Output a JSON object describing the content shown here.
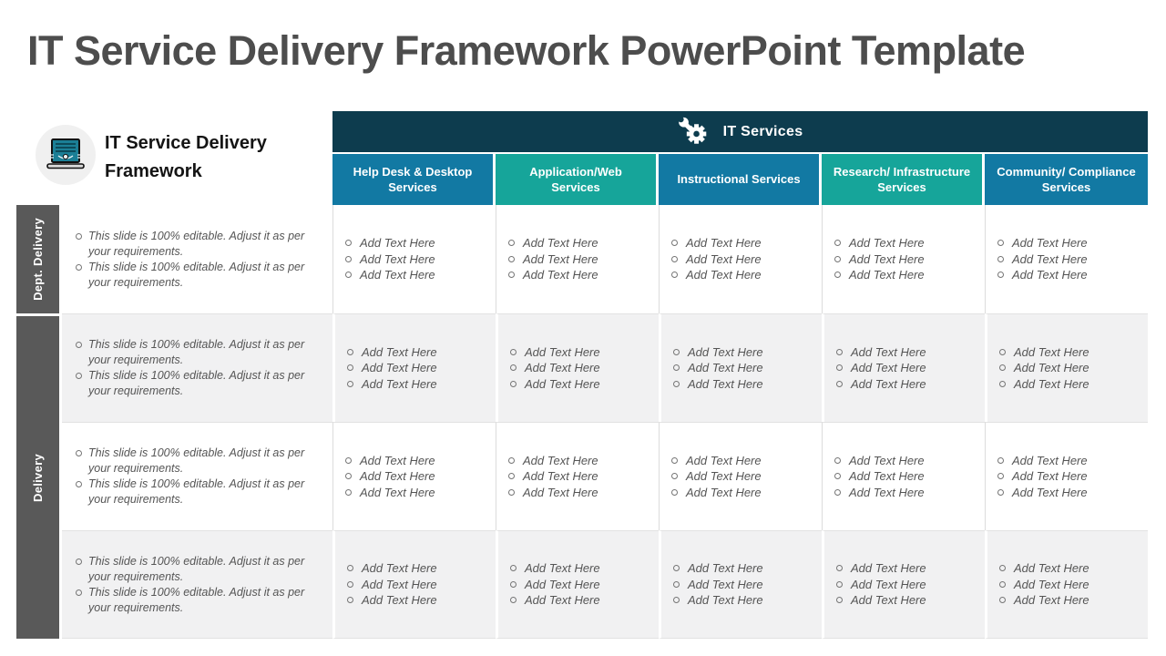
{
  "page_title": "IT Service Delivery Framework PowerPoint Template",
  "framework_card": {
    "title": "IT Service Delivery Framework",
    "icon": "laptop-circuit-icon"
  },
  "services_band": {
    "label": "IT Services",
    "icon": "gear-wrench-icon"
  },
  "columns": [
    {
      "label": "Help Desk & Desktop Services",
      "color": "#1279a3"
    },
    {
      "label": "Application/Web Services",
      "color": "#16a59a"
    },
    {
      "label": "Instructional Services",
      "color": "#1279a3"
    },
    {
      "label": "Research/ Infrastructure Services",
      "color": "#16a59a"
    },
    {
      "label": "Community/ Compliance Services",
      "color": "#1279a3"
    }
  ],
  "row_groups": [
    {
      "label": "Dept. Delivery"
    },
    {
      "label": "Delivery"
    }
  ],
  "rows": [
    {
      "description": [
        "This slide is 100% editable. Adjust it as per your requirements.",
        "This slide is 100% editable. Adjust it as per your requirements."
      ],
      "cells": [
        [
          "Add Text Here",
          "Add Text Here",
          "Add Text Here"
        ],
        [
          "Add Text Here",
          "Add Text Here",
          "Add Text Here"
        ],
        [
          "Add Text Here",
          "Add Text Here",
          "Add Text Here"
        ],
        [
          "Add Text Here",
          "Add Text Here",
          "Add Text Here"
        ],
        [
          "Add Text Here",
          "Add Text Here",
          "Add Text Here"
        ]
      ]
    },
    {
      "description": [
        "This slide is 100% editable. Adjust it as per your requirements.",
        "This slide is 100% editable. Adjust it as per your requirements."
      ],
      "cells": [
        [
          "Add Text Here",
          "Add Text Here",
          "Add Text Here"
        ],
        [
          "Add Text Here",
          "Add Text Here",
          "Add Text Here"
        ],
        [
          "Add Text Here",
          "Add Text Here",
          "Add Text Here"
        ],
        [
          "Add Text Here",
          "Add Text Here",
          "Add Text Here"
        ],
        [
          "Add Text Here",
          "Add Text Here",
          "Add Text Here"
        ]
      ]
    },
    {
      "description": [
        "This slide is 100% editable. Adjust it as per your requirements.",
        "This slide is 100% editable. Adjust it as per your requirements."
      ],
      "cells": [
        [
          "Add Text Here",
          "Add Text Here",
          "Add Text Here"
        ],
        [
          "Add Text Here",
          "Add Text Here",
          "Add Text Here"
        ],
        [
          "Add Text Here",
          "Add Text Here",
          "Add Text Here"
        ],
        [
          "Add Text Here",
          "Add Text Here",
          "Add Text Here"
        ],
        [
          "Add Text Here",
          "Add Text Here",
          "Add Text Here"
        ]
      ]
    },
    {
      "description": [
        "This slide is 100% editable. Adjust it as per your requirements.",
        "This slide is 100% editable. Adjust it as per your requirements."
      ],
      "cells": [
        [
          "Add Text Here",
          "Add Text Here",
          "Add Text Here"
        ],
        [
          "Add Text Here",
          "Add Text Here",
          "Add Text Here"
        ],
        [
          "Add Text Here",
          "Add Text Here",
          "Add Text Here"
        ],
        [
          "Add Text Here",
          "Add Text Here",
          "Add Text Here"
        ],
        [
          "Add Text Here",
          "Add Text Here",
          "Add Text Here"
        ]
      ]
    }
  ],
  "colors": {
    "band_dark_teal": "#0d3c4e",
    "header_blue": "#1279a3",
    "header_teal": "#16a59a",
    "row_label_gray": "#595959",
    "zebra_gray": "#f1f1f2",
    "title_gray": "#4d4d4d",
    "body_text_gray": "#555555"
  }
}
